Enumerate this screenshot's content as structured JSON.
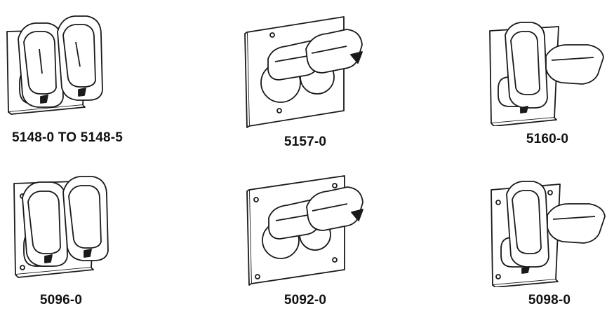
{
  "products": [
    {
      "model": "5148-0 TO 5148-5",
      "style": "double-vertical-lids",
      "plate": "2-gang",
      "screws": false
    },
    {
      "model": "5157-0",
      "style": "horizontal-lids-round-openings",
      "plate": "2-gang",
      "screws": true
    },
    {
      "model": "5160-0",
      "style": "vertical-and-horizontal-lid",
      "plate": "1-gang",
      "screws": false
    },
    {
      "model": "5096-0",
      "style": "double-vertical-lids",
      "plate": "2-gang",
      "screws": true
    },
    {
      "model": "5092-0",
      "style": "horizontal-lids-round-openings",
      "plate": "2-gang",
      "screws": true
    },
    {
      "model": "5098-0",
      "style": "vertical-and-horizontal-lid",
      "plate": "1-gang",
      "screws": true
    }
  ],
  "colors": {
    "line": "#1a1a1a",
    "fill": "#ffffff",
    "shade": "#d9d9d9"
  }
}
